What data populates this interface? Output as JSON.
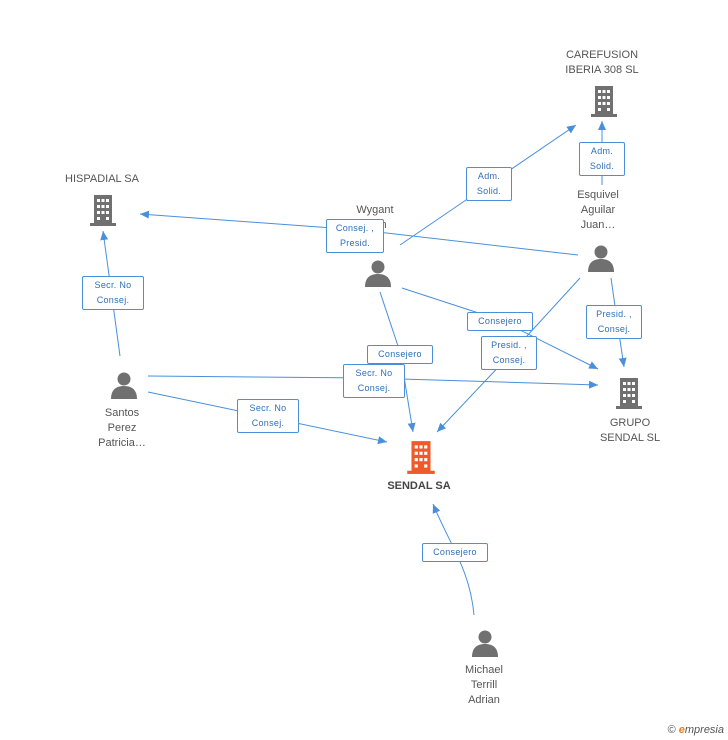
{
  "nodes": {
    "carefusion": {
      "label": "CAREFUSION\nIBERIA 308  SL",
      "type": "company"
    },
    "hispadial": {
      "label": "HISPADIAL SA",
      "type": "company"
    },
    "wygant": {
      "label": "Wygant\n…an",
      "type": "person"
    },
    "esquivel": {
      "label": "Esquivel\nAguilar\nJuan…",
      "type": "person"
    },
    "santos": {
      "label": "Santos\nPerez\nPatricia…",
      "type": "person"
    },
    "grupo_sendal": {
      "label": "GRUPO\nSENDAL SL",
      "type": "company"
    },
    "sendal": {
      "label": "SENDAL SA",
      "type": "company",
      "highlight": true
    },
    "michael": {
      "label": "Michael\nTerrill\nAdrian",
      "type": "person"
    }
  },
  "edges": {
    "wygant_carefusion": "Adm.\nSolid.",
    "esquivel_carefusion": "Adm.\nSolid.",
    "esquivel_hispadial": "Consej. ,\nPresid.",
    "santos_hispadial": "Secr.  No\nConsej.",
    "wygant_grupo": "Consejero",
    "wygant_sendal": "Consejero",
    "esquivel_grupo": "Presid. ,\nConsej.",
    "esquivel_sendal": "Presid. ,\nConsej.",
    "santos_grupo": "Secr.  No\nConsej.",
    "santos_sendal": "Secr.  No\nConsej.",
    "michael_sendal": "Consejero"
  },
  "colors": {
    "edge": "#4a8fdc",
    "company": "#707070",
    "highlight": "#f05a28",
    "person": "#707070"
  },
  "watermark": {
    "copyright": "©",
    "brand": "mpresia",
    "brand_initial": "e"
  }
}
